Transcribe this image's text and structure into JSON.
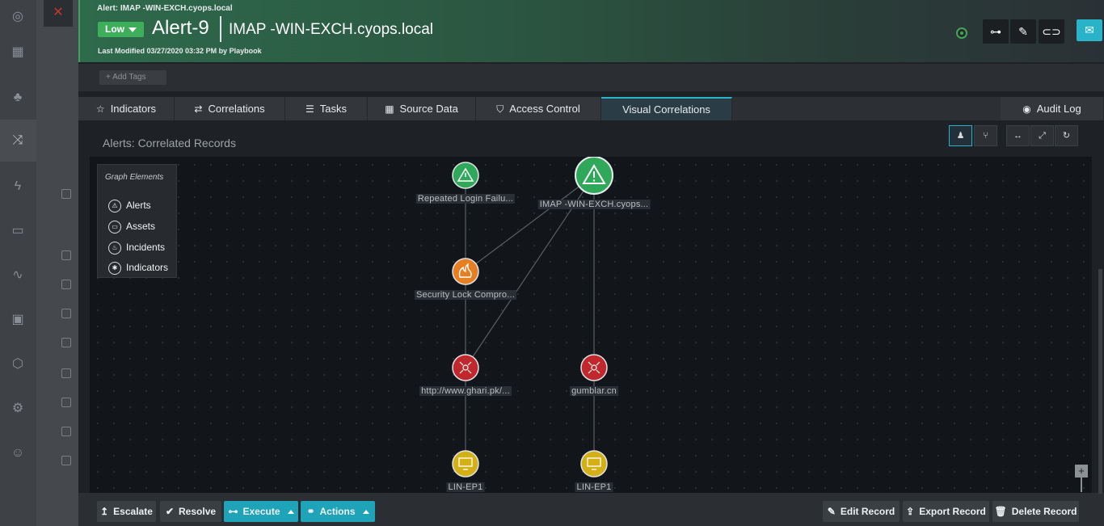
{
  "header": {
    "breadcrumb": "Alert: IMAP -WIN-EXCH.cyops.local",
    "severity": "Low",
    "alert_id": "Alert-9",
    "alert_name": "IMAP -WIN-EXCH.cyops.local",
    "last_modified": "Last Modified 03/27/2020 03:32 PM by Playbook",
    "status_color": "#46a35b",
    "actions": [
      "workflow-icon",
      "pencil-icon",
      "link-icon",
      "chat-icon"
    ]
  },
  "tags": {
    "add_label": "+ Add Tags"
  },
  "tabs": [
    {
      "label": "Indicators",
      "icon": "star-icon"
    },
    {
      "label": "Correlations",
      "icon": "arrows-icon"
    },
    {
      "label": "Tasks",
      "icon": "list-icon"
    },
    {
      "label": "Source Data",
      "icon": "table-icon"
    },
    {
      "label": "Access Control",
      "icon": "shield-icon"
    },
    {
      "label": "Visual Correlations",
      "icon": "",
      "active": true
    },
    {
      "label": "Audit Log",
      "icon": "eye-icon"
    }
  ],
  "section": {
    "title": "Alerts: Correlated Records"
  },
  "legend": {
    "title": "Graph Elements",
    "items": [
      {
        "label": "Alerts",
        "icon": "alert-icon"
      },
      {
        "label": "Assets",
        "icon": "monitor-icon"
      },
      {
        "label": "Incidents",
        "icon": "fire-icon"
      },
      {
        "label": "Indicators",
        "icon": "indicator-icon"
      }
    ]
  },
  "graph": {
    "nodes": [
      {
        "label": "Repeated Login Failu...",
        "type": "alert",
        "color": "#2fa85a"
      },
      {
        "label": "IMAP -WIN-EXCH.cyops...",
        "type": "alert",
        "color": "#2fa85a"
      },
      {
        "label": "Security Lock Compro...",
        "type": "incident",
        "color": "#e67e22"
      },
      {
        "label": "http://www.ghari.pk/...",
        "type": "indicator",
        "color": "#c0282d"
      },
      {
        "label": "gumblar.cn",
        "type": "indicator",
        "color": "#c0282d"
      },
      {
        "label": "LIN-EP1",
        "type": "asset",
        "color": "#d4b017"
      },
      {
        "label": "LIN-EP1",
        "type": "asset",
        "color": "#d4b017"
      }
    ]
  },
  "footer": {
    "escalate": "Escalate",
    "resolve": "Resolve",
    "execute": "Execute",
    "actions": "Actions",
    "edit": "Edit Record",
    "export": "Export Record",
    "delete": "Delete Record"
  }
}
